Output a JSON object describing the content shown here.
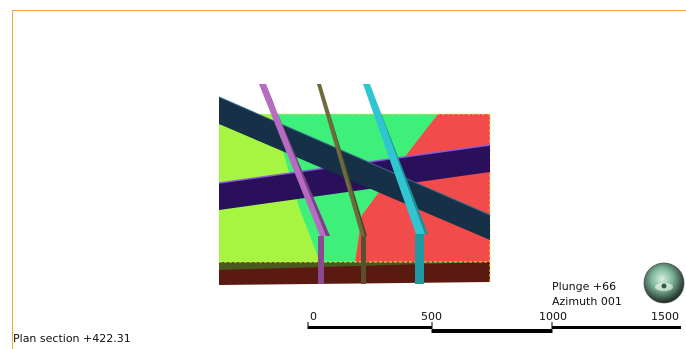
{
  "view": {
    "plunge_label": "Plunge +66",
    "azimuth_label": "Azimuth 001",
    "section_label": "Plan section +422.31"
  },
  "scale_bar": {
    "ticks": [
      "0",
      "500",
      "1000",
      "1500"
    ]
  },
  "colors": {
    "frame_border": "#f0a83c",
    "zone_lime": "#a6f542",
    "zone_green": "#3ef07a",
    "zone_red": "#f24b4b",
    "base_dark_red": "#5a1a12",
    "base_olive": "#4a5a1e",
    "plane_navy": "#163047",
    "plane_purple": "#2a0f5a",
    "dyke_pink": "#b66cc0",
    "dyke_olive": "#6f6a3d",
    "dyke_cyan": "#2fc6d2"
  },
  "icons": {
    "compass": "orientation-sphere-icon"
  }
}
